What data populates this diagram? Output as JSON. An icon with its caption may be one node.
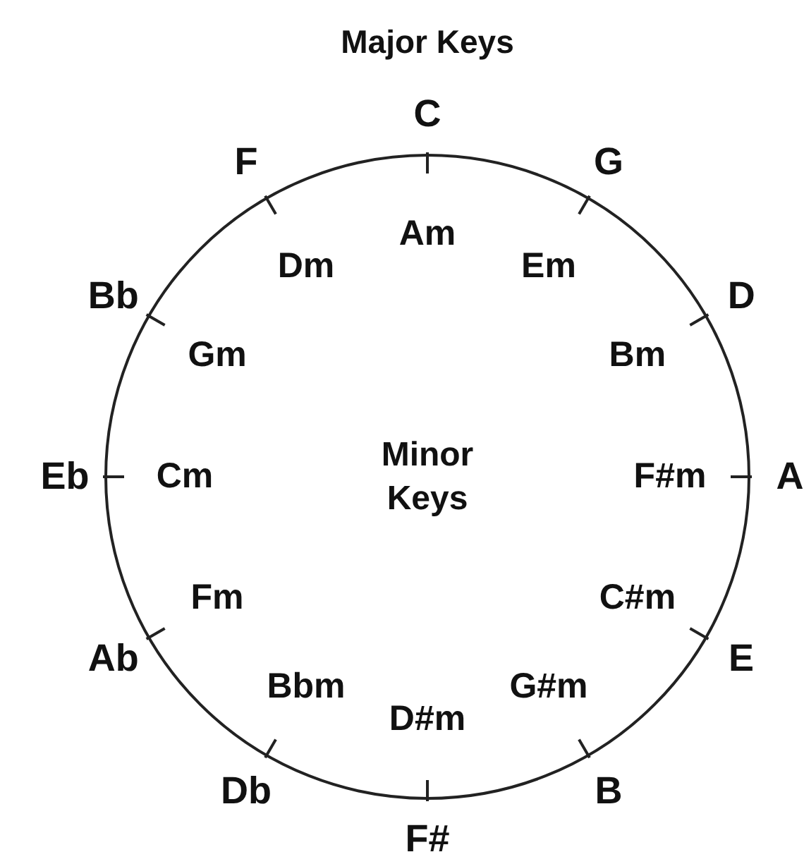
{
  "diagram": {
    "title": "Major Keys",
    "nodes": [
      {
        "text": [
          "Minor Keys"
        ]
      }
    ],
    "labels": [
      "C",
      "Am",
      "G",
      "Em",
      "D",
      "Bm",
      "A",
      "F#m",
      "E",
      "C#m",
      "B",
      "G#m",
      "F#",
      "D#m",
      "Db",
      "Bbm",
      "Ab",
      "Fm",
      "Eb",
      "Cm",
      "Bb",
      "Gm",
      "F",
      "Dm"
    ]
  }
}
